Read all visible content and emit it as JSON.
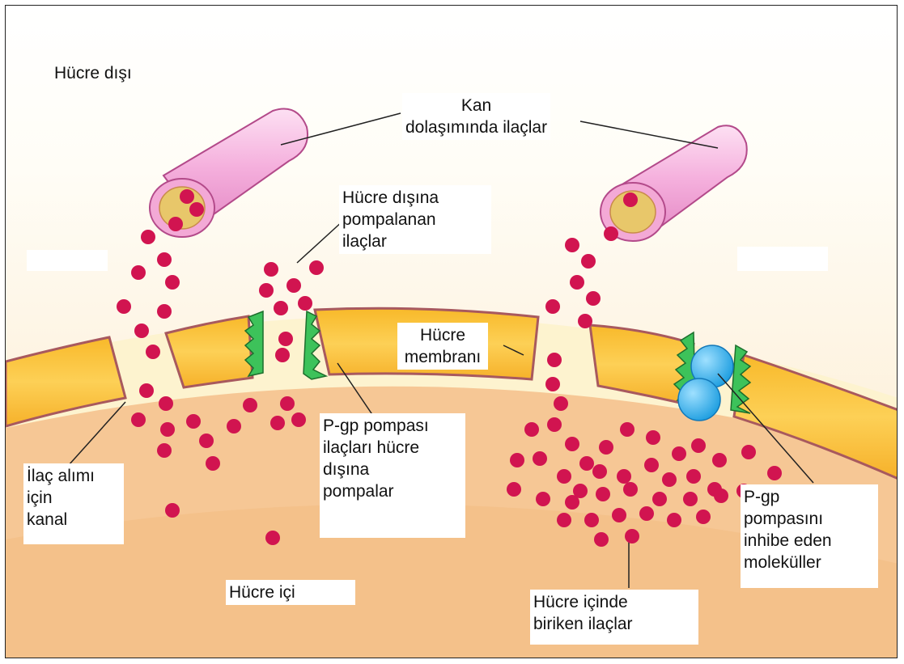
{
  "labels": {
    "outside_cell": "Hücre dışı",
    "blood_drugs": [
      "Kan",
      "dolaşımında ilaçlar"
    ],
    "pumped_out_drugs": [
      "Hücre dışına",
      "pompalanan",
      "ilaçlar"
    ],
    "cell_membrane": [
      "Hücre",
      "membranı"
    ],
    "uptake_channel": [
      "İlaç alımı",
      "için",
      "kanal"
    ],
    "pgp_pump": [
      "P-gp pompası",
      "ilaçları hücre",
      "dışına",
      "pompalar"
    ],
    "inside_cell": "Hücre içi",
    "accumulated_drugs": [
      "Hücre içinde",
      "biriken ilaçlar"
    ],
    "pgp_inhibitors": [
      "P-gp",
      "pompasını",
      "inhibe eden",
      "moleküller"
    ]
  },
  "colors": {
    "outside_top": "#ffffff",
    "outside_bottom": "#fbe9cc",
    "cytoplasm": "#f5c391",
    "membrane": "#fbc33e",
    "membrane_edge": "#a8595e",
    "pump_green": "#3dc25a",
    "drug": "#d11450",
    "vessel": "#f5b2de",
    "vessel_inner": "#e8c76a",
    "inhibitor": "#2fb1ec"
  }
}
